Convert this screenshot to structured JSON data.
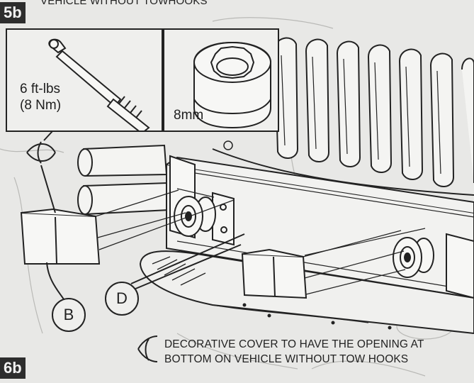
{
  "header": {
    "step_5b": "5b",
    "caption_top": "VEHICLE WITHOUT TOWHOOKS"
  },
  "insets": {
    "torque_value_ft": "6 ft-lbs",
    "torque_value_nm": "(8 Nm)",
    "socket_size": "8mm"
  },
  "callouts": {
    "b": "B",
    "d": "D"
  },
  "footer": {
    "step_6b": "6b",
    "note_line1": "DECORATIVE COVER TO HAVE THE OPENING AT",
    "note_line2": "BOTTOM ON VEHICLE WITHOUT TOW HOOKS"
  },
  "icons": [
    "torque-wrench-icon",
    "socket-icon",
    "view-eye-icon"
  ],
  "colors": {
    "line": "#222222",
    "paper": "#e8e8e6",
    "badge": "#2d2d2d"
  }
}
